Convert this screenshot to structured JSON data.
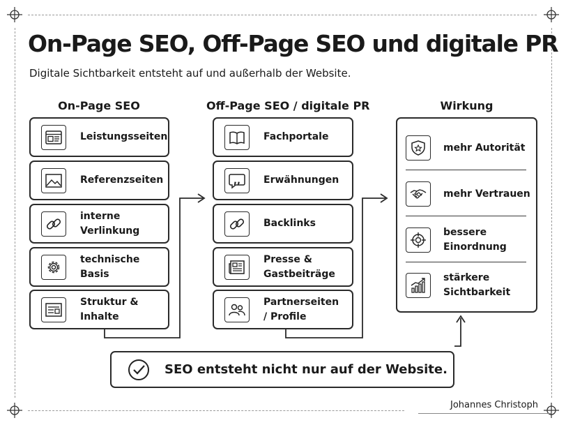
{
  "title": "On-Page SEO, Off-Page SEO und digitale PR",
  "subtitle": "Digitale Sichtbarkeit entsteht auf und außerhalb der Website.",
  "columns": {
    "onpage": {
      "heading": "On-Page SEO",
      "items": [
        {
          "label": "Leistungsseiten",
          "icon": "webpage-layout-icon"
        },
        {
          "label": "Referenzseiten",
          "icon": "image-icon"
        },
        {
          "label": "interne Verlinkung",
          "icon": "link-icon"
        },
        {
          "label": "technische Basis",
          "icon": "gear-icon"
        },
        {
          "label": "Struktur & Inhalte",
          "icon": "content-layout-icon"
        }
      ]
    },
    "offpage": {
      "heading": "Off-Page SEO / digitale PR",
      "items": [
        {
          "label": "Fachportale",
          "icon": "book-icon"
        },
        {
          "label": "Erwähnungen",
          "icon": "quote-bubble-icon"
        },
        {
          "label": "Backlinks",
          "icon": "link-icon"
        },
        {
          "label": "Presse & Gastbeiträge",
          "icon": "newspaper-icon"
        },
        {
          "label": "Partnerseiten / Profile",
          "icon": "people-icon"
        }
      ]
    },
    "wirkung": {
      "heading": "Wirkung",
      "items": [
        {
          "label": "mehr Autorität",
          "icon": "shield-star-icon"
        },
        {
          "label": "mehr Vertrauen",
          "icon": "handshake-icon"
        },
        {
          "label": "bessere Einordnung",
          "icon": "target-icon"
        },
        {
          "label": "stärkere Sichtbarkeit",
          "icon": "growth-chart-icon"
        }
      ]
    }
  },
  "footer": {
    "text": "SEO entsteht nicht nur auf der Website.",
    "icon": "check-circle-icon"
  },
  "author": "Johannes Christoph"
}
